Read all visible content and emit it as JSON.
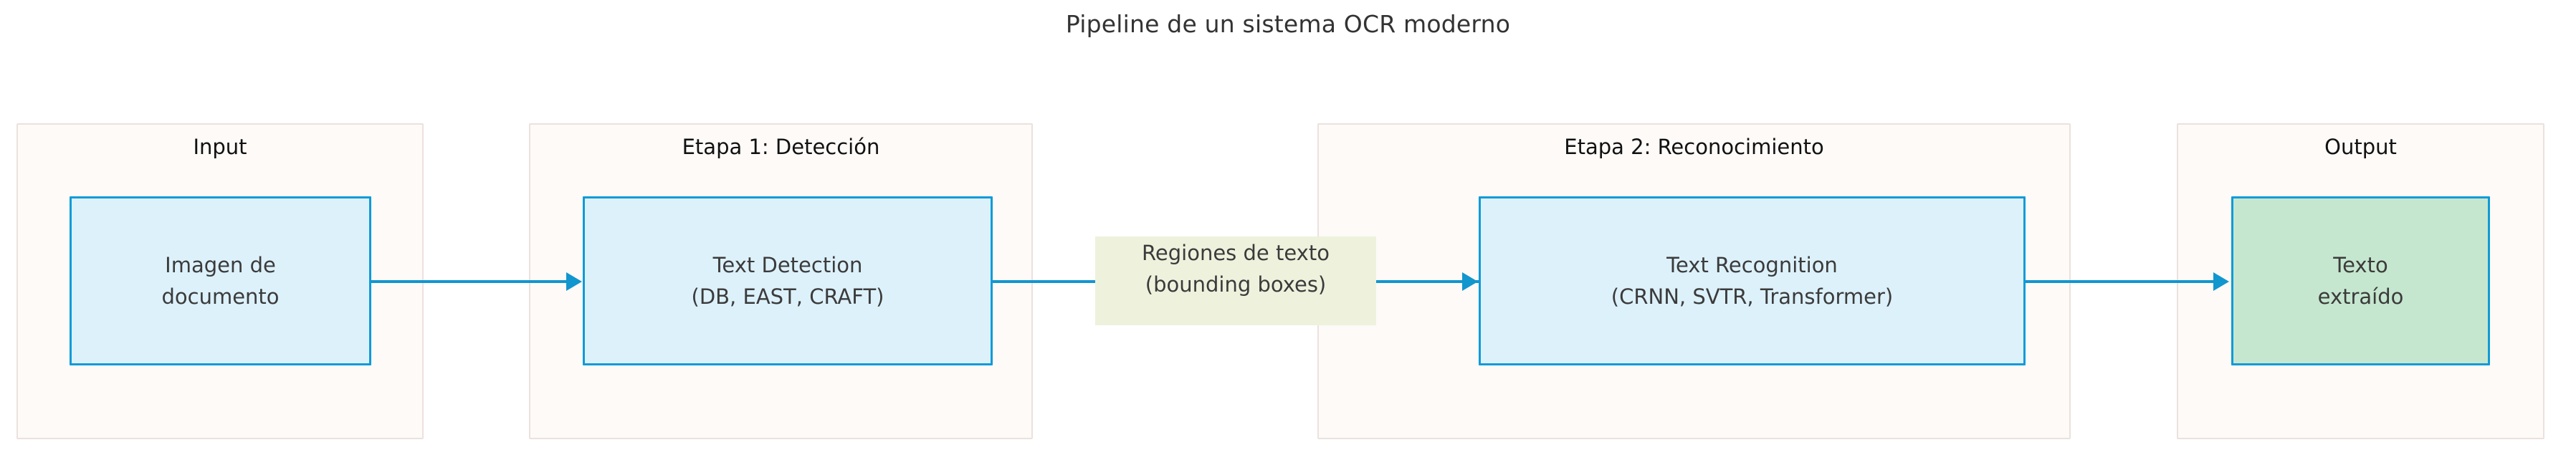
{
  "title": "Pipeline de un sistema OCR moderno",
  "clusters": [
    {
      "id": "input",
      "label": "Input"
    },
    {
      "id": "stage1",
      "label": "Etapa 1: Detección"
    },
    {
      "id": "stage2",
      "label": "Etapa 2: Reconocimiento"
    },
    {
      "id": "output",
      "label": "Output"
    }
  ],
  "nodes": [
    {
      "id": "doc-image",
      "line1": "Imagen de",
      "line2": "documento",
      "fill": "#ddf1fb",
      "stroke": "#0f9bd7"
    },
    {
      "id": "text-detection",
      "line1": "Text Detection",
      "line2": "(DB, EAST, CRAFT)",
      "fill": "#ddf1fb",
      "stroke": "#0f9bd7"
    },
    {
      "id": "text-recognition",
      "line1": "Text Recognition",
      "line2": "(CRNN, SVTR, Transformer)",
      "fill": "#ddf1fb",
      "stroke": "#0f9bd7"
    },
    {
      "id": "extracted-text",
      "line1": "Texto",
      "line2": "extraído",
      "fill": "#c6e7cf",
      "stroke": "#0f9bd7"
    }
  ],
  "edges": [
    {
      "id": "edge-doc-to-detection",
      "label": ""
    },
    {
      "id": "edge-detection-to-recognition",
      "label_line1": "Regiones de texto",
      "label_line2": "(bounding boxes)"
    },
    {
      "id": "edge-recognition-to-output",
      "label": ""
    }
  ],
  "colors": {
    "edge": "#1296ce",
    "node_stroke": "#0f9bd7",
    "node_fill_blue": "#ddf1fb",
    "node_fill_green": "#c6e7cf",
    "cluster_fill": "#fdfaf8",
    "cluster_stroke": "#ece1de",
    "edge_label_fill": "#eef2dd",
    "text": "#3b3b3b",
    "title": "#333333",
    "background": "#ffffff"
  }
}
